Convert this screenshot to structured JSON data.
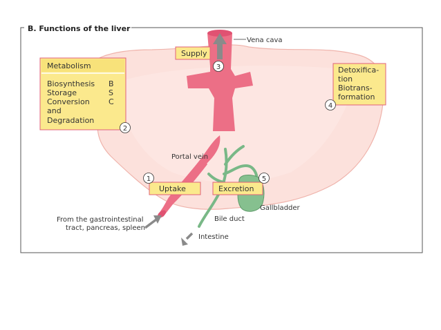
{
  "figure": {
    "title": "B. Functions of the liver"
  },
  "metabolism_box": {
    "header": "Metabolism",
    "rows": [
      {
        "item": "Biosynthesis",
        "letter": "B"
      },
      {
        "item": "Storage",
        "letter": "S"
      },
      {
        "item": "Conversion",
        "letter": "C"
      },
      {
        "item": "and",
        "letter": ""
      },
      {
        "item": "Degradation",
        "letter": ""
      }
    ],
    "number": "2"
  },
  "detox_box": {
    "lines": [
      "Detoxifica-",
      "tion",
      "Biotrans-",
      "formation"
    ],
    "number": "4"
  },
  "labels": {
    "supply": "Supply",
    "supply_number": "3",
    "vena_cava": "Vena cava",
    "portal_vein": "Portal vein",
    "uptake": "Uptake",
    "uptake_number": "1",
    "excretion": "Excretion",
    "excretion_number": "5",
    "gallbladder": "Gallbladder",
    "bile_duct": "Bile duct",
    "intestine": "Intestine",
    "from_line1": "From the gastrointestinal",
    "from_line2": "tract, pancreas, spleen"
  },
  "colors": {
    "liver_fill": "#fce1dc",
    "liver_stroke": "#efb3ab",
    "vessel": "#ec6f86",
    "vessel_dark": "#e05272",
    "bile": "#79b887",
    "gallbladder": "#86c08f",
    "box_fill": "#fbe98d",
    "box_stroke": "#e0607a",
    "box_header": "#f8e27a",
    "arrow_gray": "#8a8a8a",
    "frame": "#555555"
  }
}
